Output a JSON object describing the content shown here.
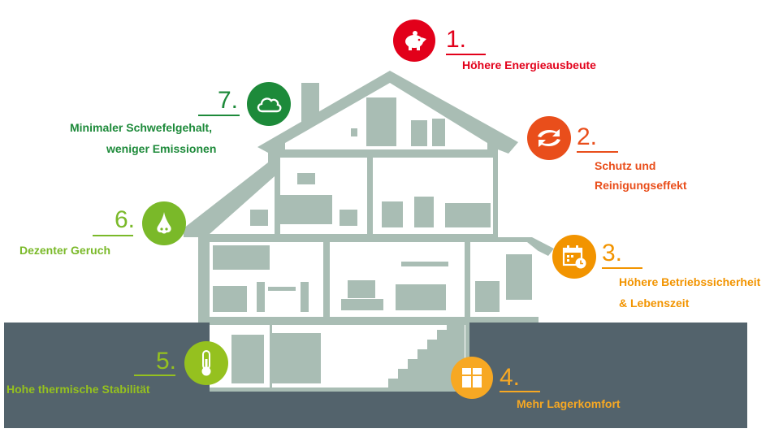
{
  "colors": {
    "house": "#a9bdb4",
    "ground": "#53636c",
    "red": "#e2001a",
    "orange_red": "#e94e1b",
    "orange": "#f29400",
    "yellow": "#f7a823",
    "lime": "#95c11f",
    "green_light": "#7ab929",
    "green": "#1d8a3a"
  },
  "callouts": [
    {
      "number": "1.",
      "lines": [
        "Höhere Energieausbeute"
      ],
      "color": "#e2001a",
      "icon": "piggy-bank-icon"
    },
    {
      "number": "2.",
      "lines": [
        "Schutz und",
        "Reinigungseffekt"
      ],
      "color": "#e94e1b",
      "icon": "hands-exchange-icon"
    },
    {
      "number": "3.",
      "lines": [
        "Höhere Betriebssicherheit",
        "& Lebenszeit"
      ],
      "color": "#f29400",
      "icon": "calendar-clock-icon"
    },
    {
      "number": "4.",
      "lines": [
        "Mehr Lagerkomfort"
      ],
      "color": "#f7a823",
      "icon": "storage-box-icon"
    },
    {
      "number": "5.",
      "lines": [
        "Hohe thermische Stabilität"
      ],
      "color": "#95c11f",
      "icon": "thermometer-icon"
    },
    {
      "number": "6.",
      "lines": [
        "Dezenter Geruch"
      ],
      "color": "#7ab929",
      "icon": "nose-icon"
    },
    {
      "number": "7.",
      "lines": [
        "Minimaler Schwefelgehalt,",
        "weniger Emissionen"
      ],
      "color": "#1d8a3a",
      "icon": "cloud-icon"
    }
  ]
}
